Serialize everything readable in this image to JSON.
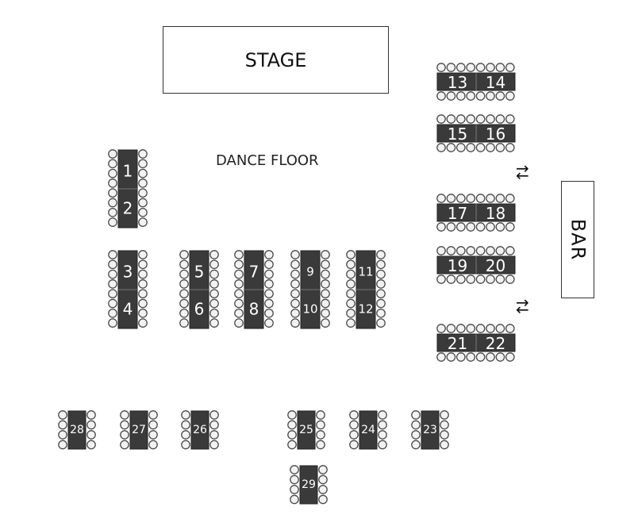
{
  "labels": {
    "stage": "STAGE",
    "dance_floor": "DANCE FLOOR",
    "bar": "BAR"
  },
  "arrows": {
    "right": "→",
    "left": "←"
  },
  "colors": {
    "table": "#3a3a3a",
    "seat_fill": "#f2f2f2",
    "seat_stroke": "#4a4a4a",
    "table_text": "#ffffff",
    "outline": "#333333"
  },
  "tables": [
    "1",
    "2",
    "3",
    "4",
    "5",
    "6",
    "7",
    "8",
    "9",
    "10",
    "11",
    "12",
    "13",
    "14",
    "15",
    "16",
    "17",
    "18",
    "19",
    "20",
    "21",
    "22",
    "23",
    "24",
    "25",
    "26",
    "27",
    "28",
    "29"
  ]
}
